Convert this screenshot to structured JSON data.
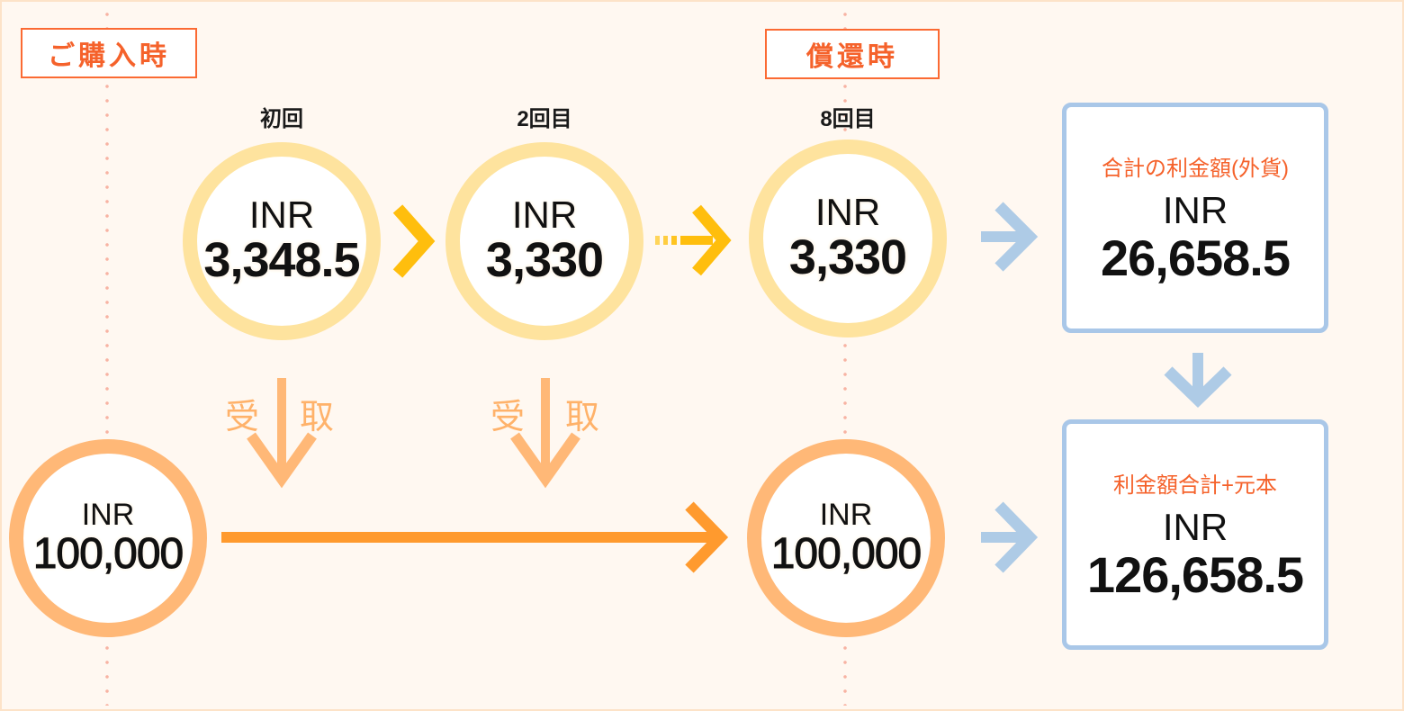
{
  "labels": {
    "purchase": "ご購入時",
    "redemption": "償還時"
  },
  "payments": [
    {
      "round": "初回",
      "currency": "INR",
      "amount": "3,348.5"
    },
    {
      "round": "2回目",
      "currency": "INR",
      "amount": "3,330"
    },
    {
      "round": "8回目",
      "currency": "INR",
      "amount": "3,330"
    }
  ],
  "receive": {
    "char1": "受",
    "char2": "取"
  },
  "principal_start": {
    "currency": "INR",
    "amount": "100,000"
  },
  "principal_end": {
    "currency": "INR",
    "amount": "100,000"
  },
  "summary_interest": {
    "title": "合計の利金額(外貨)",
    "currency": "INR",
    "amount": "26,658.5"
  },
  "summary_total": {
    "title": "利金額合計+元本",
    "currency": "INR",
    "amount": "126,658.5"
  },
  "colors": {
    "accent_orange": "#f5622b",
    "circle_yellow": "#fee39e",
    "circle_orange": "#ffb877",
    "arrow_yellow": "#ffbe0d",
    "arrow_orange": "#ff9a2e",
    "arrow_blue": "#aecbe6",
    "box_border_blue": "#a9c7e8",
    "background": "#fff8f1"
  }
}
